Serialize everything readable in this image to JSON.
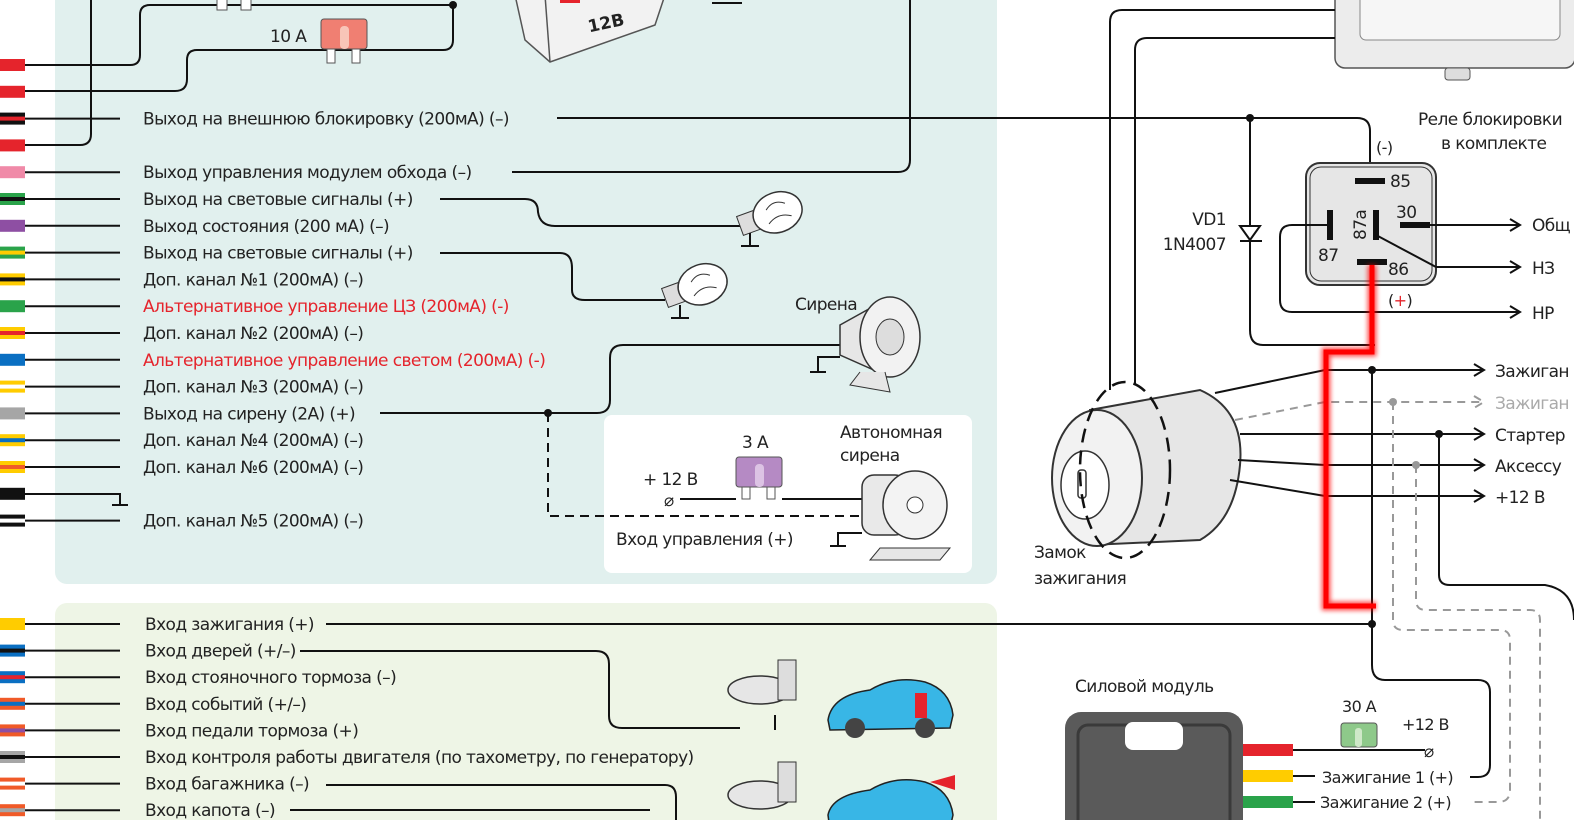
{
  "top_panel": {
    "fuse_label": "10 А",
    "battery_label": "12В",
    "rows": [
      {
        "label": "",
        "colors": [
          "#e5242c"
        ]
      },
      {
        "label": "",
        "colors": [
          "#e5242c"
        ]
      },
      {
        "label": "Выход на внешнюю блокировку (200мА) (–)",
        "colors": [
          "#111111",
          "#e5242c"
        ]
      },
      {
        "label": "",
        "colors": [
          "#e5242c"
        ]
      },
      {
        "label": "Выход управления модулем обхода (–)",
        "colors": [
          "#f08aa8"
        ]
      },
      {
        "label": "Выход на световые сигналы (+)",
        "colors": [
          "#2aa34a",
          "#111111"
        ]
      },
      {
        "label": "Выход состояния (200 мА) (–)",
        "colors": [
          "#8e4fa3"
        ]
      },
      {
        "label": "Выход на световые сигналы (+)",
        "colors": [
          "#2aa34a",
          "#ffcc00"
        ]
      },
      {
        "label": "Доп. канал №1 (200мА) (–)",
        "colors": [
          "#ffcc00",
          "#111111"
        ]
      },
      {
        "label": "Альтернативное управление ЦЗ (200мА) (-)",
        "colors": [
          "#2aa34a"
        ],
        "warn": true
      },
      {
        "label": "Доп. канал №2 (200мА) (–)",
        "colors": [
          "#ffcc00",
          "#e5242c"
        ]
      },
      {
        "label": "Альтернативное управление светом (200мА) (-)",
        "colors": [
          "#0a6fc2"
        ],
        "warn": true
      },
      {
        "label": "Доп. канал №3 (200мА) (–)",
        "colors": [
          "#ffcc00",
          "#ffffff"
        ]
      },
      {
        "label": "Выход на сирену (2А) (+)",
        "colors": [
          "#a6a6a6"
        ]
      },
      {
        "label": "Доп. канал №4 (200мА) (–)",
        "colors": [
          "#ffcc00",
          "#0a6fc2"
        ]
      },
      {
        "label": "Доп. канал №6 (200мА) (–)",
        "colors": [
          "#ffcc00",
          "#f05a28"
        ]
      },
      {
        "label": "",
        "colors": [
          "#111111"
        ]
      },
      {
        "label": "Доп. канал №5 (200мА) (–)",
        "colors": [
          "#111111",
          "#ffffff"
        ]
      }
    ]
  },
  "siren": {
    "label": "Сирена"
  },
  "autonomous_siren": {
    "title_line1": "Автономная",
    "title_line2": "сирена",
    "fuse_label": "3 А",
    "power_label": "+ 12 В",
    "control_label": "Вход управления (+)"
  },
  "bottom_panel": {
    "rows": [
      {
        "label": "Вход зажигания (+)",
        "colors": [
          "#ffcc00"
        ]
      },
      {
        "label": "Вход дверей (+/–)",
        "colors": [
          "#0a6fc2",
          "#111111"
        ]
      },
      {
        "label": "Вход стояночного тормоза (–)",
        "colors": [
          "#0a6fc2",
          "#e5242c"
        ]
      },
      {
        "label": "Вход событий (+/–)",
        "colors": [
          "#f05a28",
          "#0a6fc2"
        ]
      },
      {
        "label": "Вход педали тормоза (+)",
        "colors": [
          "#f05a28",
          "#8e4fa3"
        ]
      },
      {
        "label": "Вход контроля работы двигателя (по тахометру, по генератору)",
        "colors": [
          "#a6a6a6",
          "#111111"
        ]
      },
      {
        "label": "Вход багажника (–)",
        "colors": [
          "#f05a28",
          "#ffffff"
        ]
      },
      {
        "label": "Вход капота (–)",
        "colors": [
          "#f05a28",
          "#a6a6a6"
        ]
      }
    ]
  },
  "relay": {
    "title_line1": "Реле блокировки",
    "title_line2": "в комплекте",
    "pin_85_polarity": "(-)",
    "pin_86_polarity_open": "(",
    "pin_86_polarity_sign": "+",
    "pin_86_polarity_close": ")",
    "pins": {
      "p85": "85",
      "p30": "30",
      "p87a": "87a",
      "p87": "87",
      "p86": "86"
    },
    "outputs": {
      "common": "Общ",
      "nc": "НЗ",
      "no": "НР"
    },
    "diode_name": "VD1",
    "diode_part": "1N4007"
  },
  "ignition_lock": {
    "label_line1": "Замок",
    "label_line2": "зажигания",
    "outputs": [
      "Зажиган",
      "Зажиган",
      "Стартер",
      "Аксессу",
      "+12 В"
    ]
  },
  "power_module": {
    "title": "Силовой модуль",
    "fuse_label": "30 А",
    "power_label": "+12 В",
    "ign1": "Зажигание 1 (+)",
    "ign2": "Зажигание 2 (+)"
  },
  "colors": {
    "highlight_wire": "#ff0000",
    "top_panel_bg": "#e1f0ee",
    "bottom_panel_bg": "#eef5e6"
  }
}
